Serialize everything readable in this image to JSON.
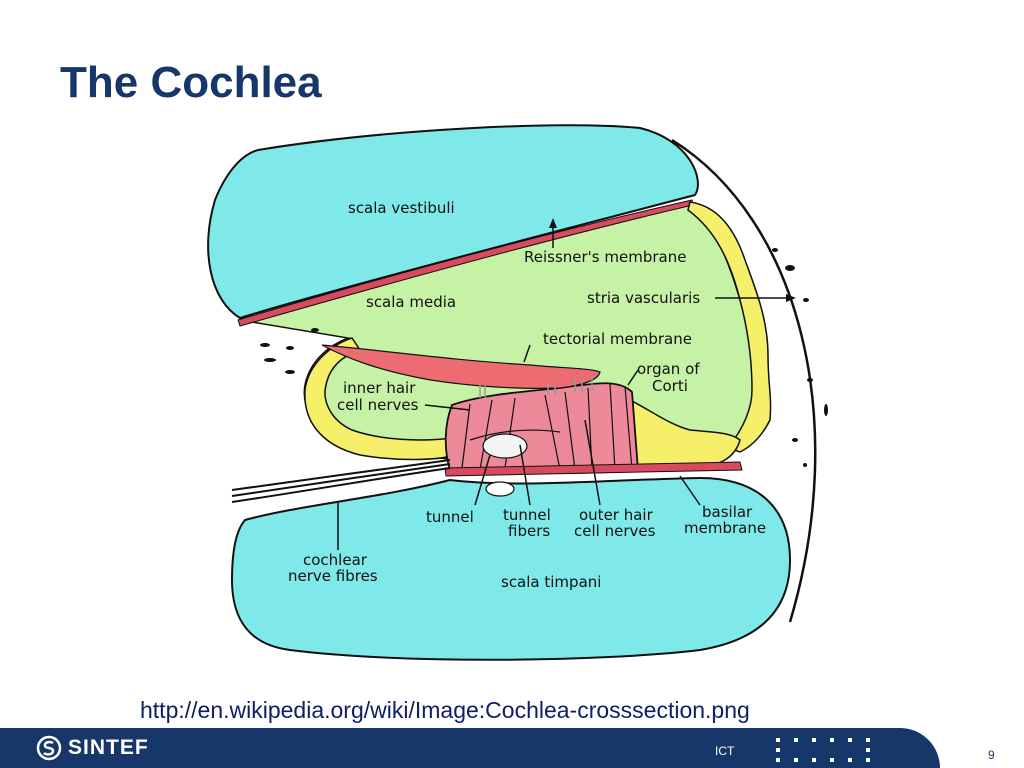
{
  "slide": {
    "title": "The Cochlea",
    "source_url": "http://en.wikipedia.org/wiki/Image:Cochlea-crosssection.png",
    "page_number": "9"
  },
  "diagram": {
    "labels": {
      "scala_vestibuli": "scala vestibuli",
      "reissners_membrane": "Reissner's membrane",
      "scala_media": "scala media",
      "stria_vascularis": "stria vascularis",
      "tectorial_membrane": "tectorial membrane",
      "organ_of_corti_1": "organ of",
      "organ_of_corti_2": "Corti",
      "inner_hair_1": "inner hair",
      "inner_hair_2": "cell nerves",
      "tunnel": "tunnel",
      "tunnel_fibers_1": "tunnel",
      "tunnel_fibers_2": "fibers",
      "outer_hair_1": "outer hair",
      "outer_hair_2": "cell nerves",
      "basilar_1": "basilar",
      "basilar_2": "membrane",
      "cochlear_1": "cochlear",
      "cochlear_2": "nerve fibres",
      "scala_timpani": "scala timpani"
    },
    "colors": {
      "fluid": "#7fe9ea",
      "scala_media": "#c6f2a6",
      "cells_yellow": "#f6ef6a",
      "organ_pink": "#ec8a9a",
      "membrane_red": "#d94a5e",
      "outline": "#111111"
    }
  },
  "footer": {
    "logo_text": "SINTEF",
    "department": "ICT",
    "brand_color": "#17376a"
  }
}
